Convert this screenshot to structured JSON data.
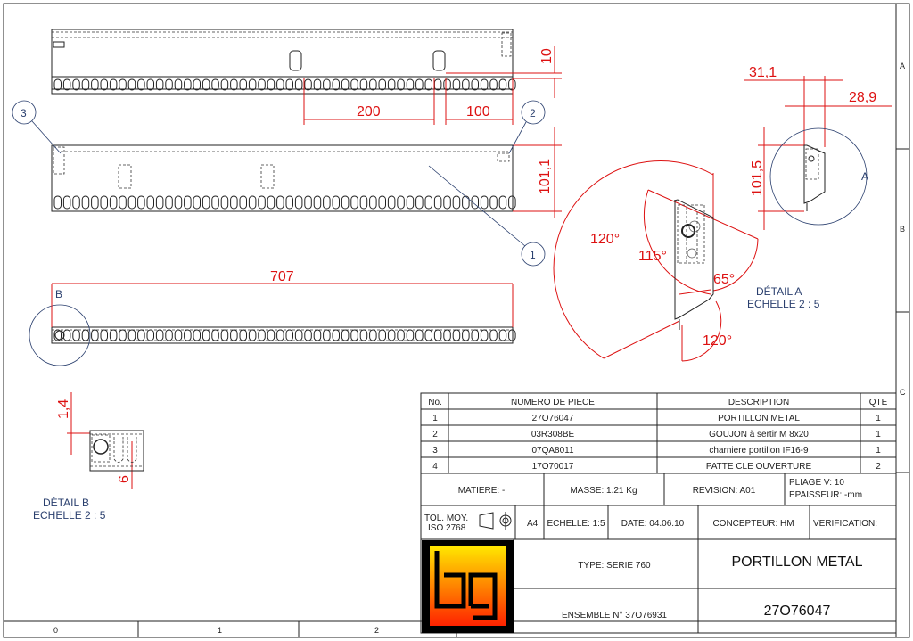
{
  "zones": {
    "rows": [
      "A",
      "B",
      "C"
    ],
    "cols": [
      "0",
      "1",
      "2"
    ]
  },
  "views": {
    "dims": {
      "d10": "10",
      "d200": "200",
      "d100": "100",
      "d101_1": "101,1",
      "d707": "707",
      "d1_4": "1,4",
      "d6": "6",
      "d31_1": "31,1",
      "d28_9": "28,9",
      "d101_5": "101,5",
      "a120a": "120°",
      "a115": "115°",
      "a65": "65°",
      "a120b": "120°"
    },
    "balloons": [
      "1",
      "2",
      "3"
    ],
    "detail_a": {
      "marker": "A",
      "title": "DÉTAIL A",
      "scale": "ECHELLE 2 : 5"
    },
    "detail_b": {
      "marker": "B",
      "title": "DÉTAIL B",
      "scale": "ECHELLE 2 : 5"
    }
  },
  "bom": {
    "headers": [
      "No.",
      "NUMERO DE PIECE",
      "DESCRIPTION",
      "QTE"
    ],
    "rows": [
      [
        "1",
        "27O76047",
        "PORTILLON METAL",
        "1"
      ],
      [
        "2",
        "03R308BE",
        "GOUJON à sertir M 8x20",
        "1"
      ],
      [
        "3",
        "07QA8011",
        "charniere portillon IF16-9",
        "1"
      ],
      [
        "4",
        "17O70017",
        "PATTE CLE OUVERTURE",
        "2"
      ]
    ]
  },
  "title_block": {
    "matiere": "MATIERE: -",
    "masse": "MASSE: 1.21 Kg",
    "revision": "REVISION: A01",
    "pliage": "PLIAGE V: 10",
    "epaisseur": "EPAISSEUR: -mm",
    "tol1": "TOL. MOY.",
    "tol2": "ISO 2768",
    "format": "A4",
    "echelle": "ECHELLE: 1:5",
    "date": "DATE: 04.06.10",
    "concepteur": "CONCEPTEUR: HM",
    "verification": "VERIFICATION:",
    "type": "TYPE: SERIE 760",
    "ensemble": "ENSEMBLE N° 37O76931",
    "title": "PORTILLON METAL",
    "number": "27O76047",
    "logo_text": "bg",
    "logo_colors": {
      "top": "#ffe600",
      "bottom": "#ff2200",
      "frame": "#000000"
    }
  }
}
